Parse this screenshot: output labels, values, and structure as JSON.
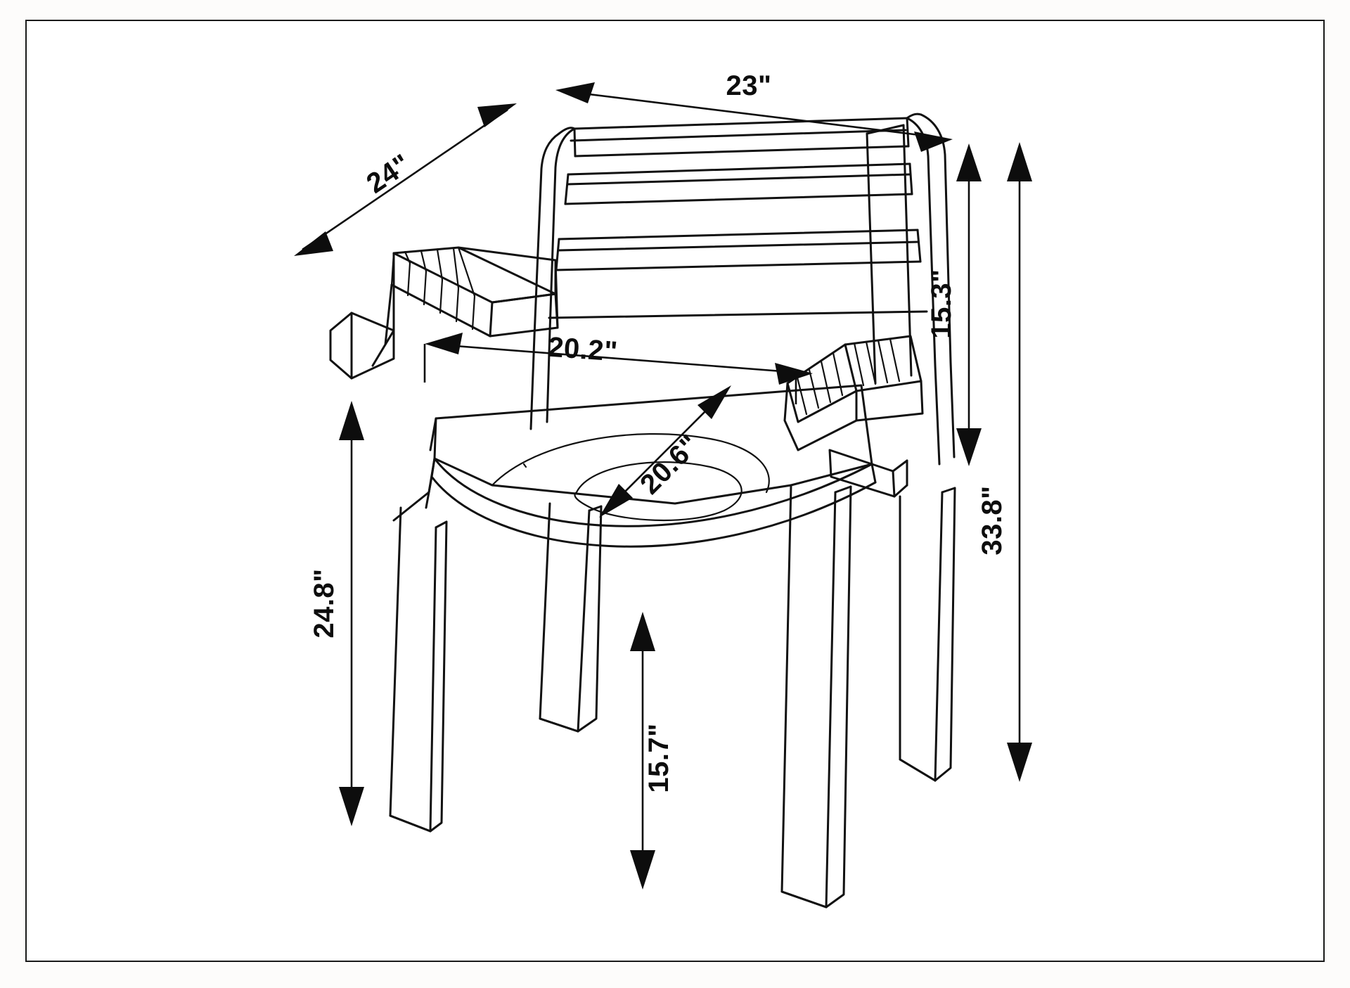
{
  "document": {
    "type": "technical-dimension-drawing",
    "subject": "Wooden armchair with slatted back",
    "border_color": "#1a1a1a",
    "line_color": "#111111",
    "background_color": "#ffffff",
    "page_background": "#fdfcfb",
    "units": "inches"
  },
  "dimensions": {
    "overall_width": "23\"",
    "overall_depth": "24\"",
    "overall_height": "33.8\"",
    "back_height": "15.3\"",
    "arm_height": "24.8\"",
    "seat_height": "15.7\"",
    "arm_to_arm": "20.2\"",
    "seat_diagonal": "20.6\""
  },
  "annotations": [
    {
      "id": "width",
      "label": "23\"",
      "orientation": "horizontal-top",
      "arrows": "double"
    },
    {
      "id": "depth",
      "label": "24\"",
      "orientation": "diagonal-upper-left",
      "arrows": "double"
    },
    {
      "id": "back-height",
      "label": "15.3\"",
      "orientation": "vertical-right-inner",
      "arrows": "double"
    },
    {
      "id": "overall-height",
      "label": "33.8\"",
      "orientation": "vertical-right-outer",
      "arrows": "double"
    },
    {
      "id": "arm-height",
      "label": "24.8\"",
      "orientation": "vertical-left",
      "arrows": "double"
    },
    {
      "id": "seat-height",
      "label": "15.7\"",
      "orientation": "vertical-bottom-center",
      "arrows": "double"
    },
    {
      "id": "arm-span",
      "label": "20.2\"",
      "orientation": "horizontal-seat",
      "arrows": "double"
    },
    {
      "id": "seat-diagonal",
      "label": "20.6\"",
      "orientation": "diagonal-seat",
      "arrows": "double"
    }
  ]
}
